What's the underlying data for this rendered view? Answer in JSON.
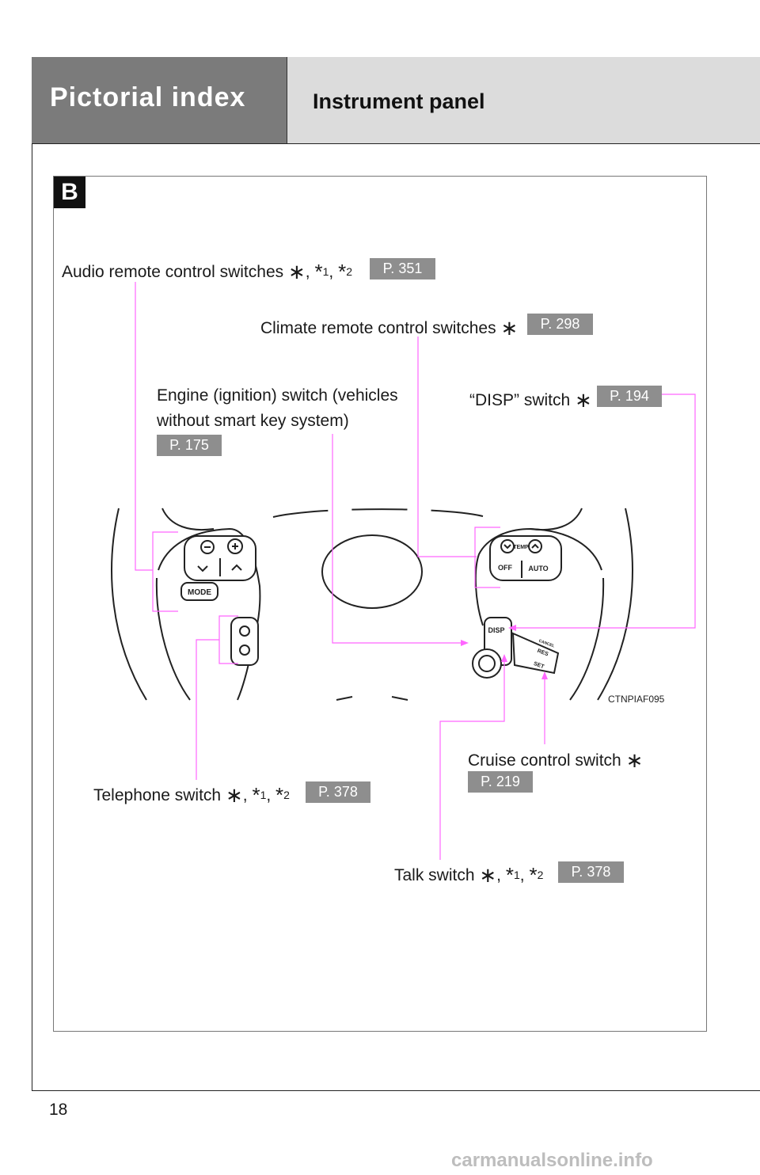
{
  "header": {
    "section_title": "Pictorial index",
    "page_title": "Instrument panel"
  },
  "section_tag": "B",
  "callouts": {
    "audio": {
      "label": "Audio remote control switches",
      "sep": ",",
      "sub1": "1",
      "sep2": ",",
      "sub2": "2",
      "ref": "P. 351"
    },
    "climate": {
      "label": "Climate remote control switches",
      "ref": "P. 298"
    },
    "engine": {
      "line1": "Engine (ignition) switch (vehicles",
      "line2": "without smart key system)",
      "ref": "P. 175"
    },
    "disp": {
      "label": "“DISP” switch",
      "ref": "P. 194"
    },
    "cruise": {
      "label": "Cruise control switch",
      "ref": "P. 219"
    },
    "telephone": {
      "label": "Telephone switch",
      "sep": ",",
      "sub1": "1",
      "sep2": ",",
      "sub2": "2",
      "ref": "P. 378"
    },
    "talk": {
      "label": "Talk switch",
      "sep": ",",
      "sub1": "1",
      "sep2": ",",
      "sub2": "2",
      "ref": "P. 378"
    }
  },
  "diagram": {
    "code": "CTNPIAF095",
    "buttons": {
      "mode": "MODE",
      "temp": "TEMP",
      "off": "OFF",
      "auto": "AUTO",
      "disp": "DISP",
      "res": "RES",
      "set": "SET",
      "cancel": "CANCEL"
    }
  },
  "footer": {
    "page_number": "18",
    "watermark": "carmanualsonline.info"
  },
  "colors": {
    "leader_line": "#ff66ff",
    "ref_badge": "#8e8e8e",
    "header_dark": "#7b7b7b",
    "header_light": "#dcdcdc"
  }
}
